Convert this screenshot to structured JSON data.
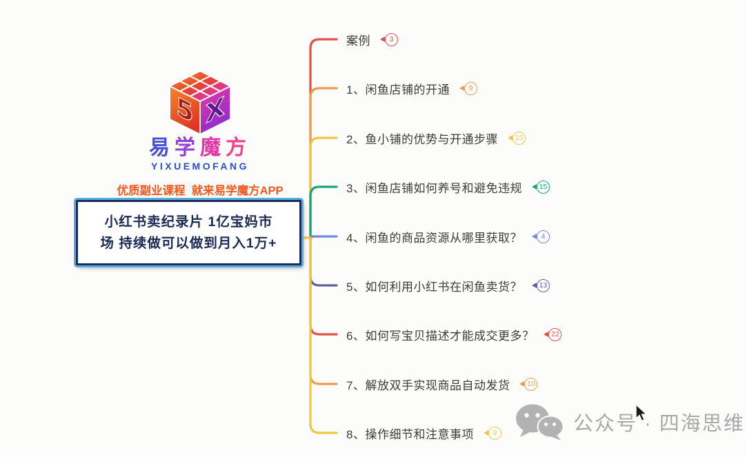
{
  "logo": {
    "brand_name": "易学魔方",
    "brand_latin": "YIXUEMOFANG",
    "tagline": "优质副业课程  就来易学魔方APP",
    "brand_gradient": [
      "#4a4ed2",
      "#9340d4",
      "#e038a6",
      "#f5418d"
    ],
    "latin_color": "#2b4fc8",
    "tagline_color": "#f2591f"
  },
  "root": {
    "lines": [
      "小红书卖纪录片 1亿宝妈市",
      "场 持续做可以做到月入1万+"
    ],
    "border_color": "#1d2b56",
    "outline_color": "#55aede"
  },
  "branches": [
    {
      "label": "案例",
      "badge": "3",
      "color": "#df5147"
    },
    {
      "label": "1、闲鱼店铺的开通",
      "badge": "9",
      "color": "#f09a4c"
    },
    {
      "label": "2、鱼小铺的优势与开通步骤",
      "badge": "15",
      "color": "#edc844"
    },
    {
      "label": "3、闲鱼店铺如何养号和避免违规",
      "badge": "15",
      "color": "#19a377"
    },
    {
      "label": "4、闲鱼的商品资源从哪里获取？",
      "badge": "4",
      "color": "#6d87e0"
    },
    {
      "label": "5、如何利用小红书在闲鱼卖货？",
      "badge": "13",
      "color": "#5d60a0"
    },
    {
      "label": "6、如何写宝贝描述才能成交更多？",
      "badge": "22",
      "color": "#df5147"
    },
    {
      "label": "7、解放双手实现商品自动发货",
      "badge": "10",
      "color": "#f09a4c"
    },
    {
      "label": "8、操作细节和注意事项",
      "badge": "9",
      "color": "#edc844"
    }
  ],
  "watermark": {
    "label": "公众号 · 四海思维",
    "color": "#a8a8a8"
  }
}
